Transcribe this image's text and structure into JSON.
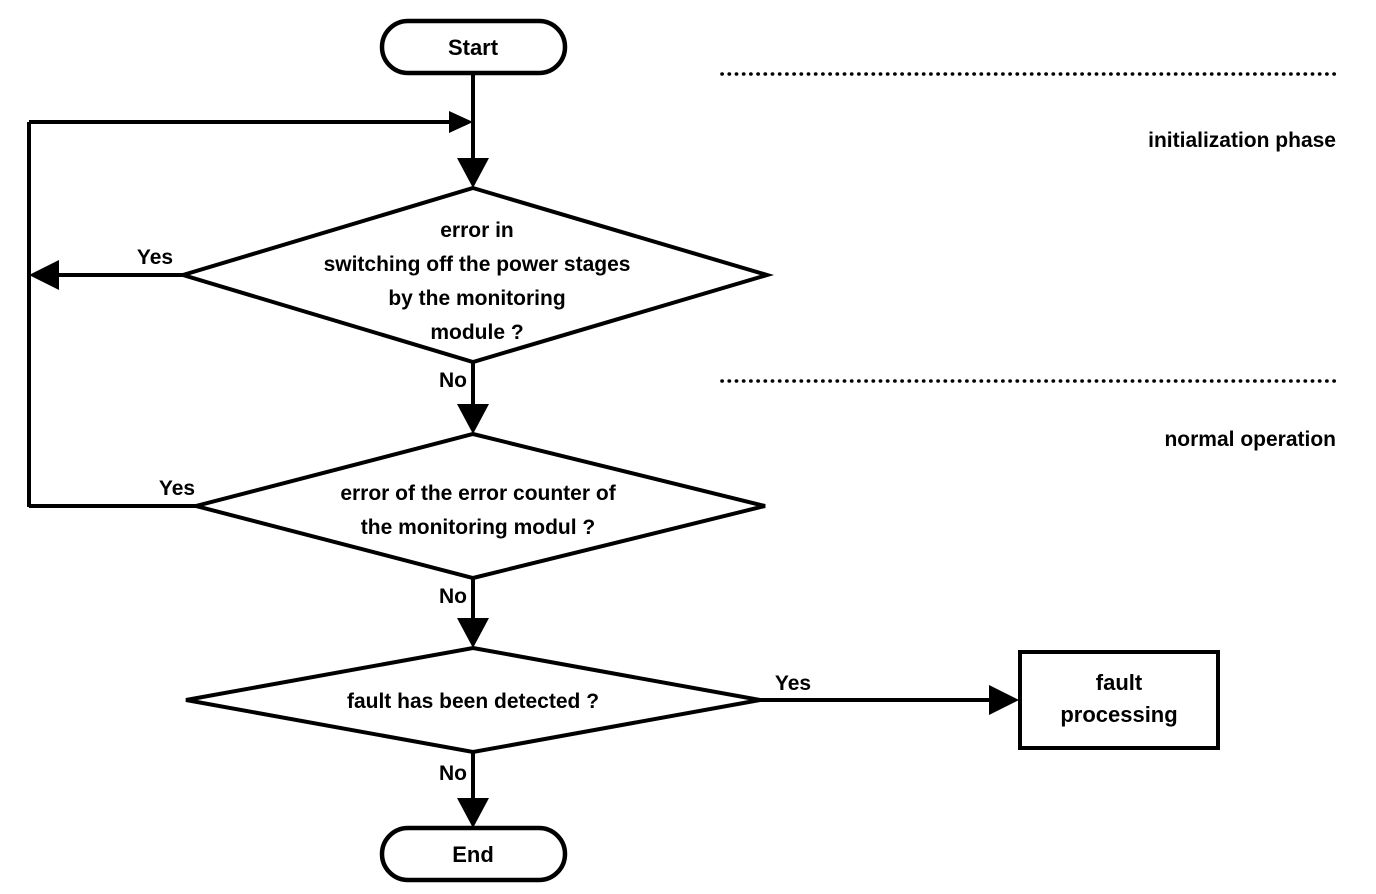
{
  "diagram": {
    "title": "monitoring module fault-handling flowchart",
    "background_color": "#ffffff",
    "line_color": "#000000",
    "nodes": {
      "start": {
        "label": "Start",
        "shape": "terminator"
      },
      "decision_switch_off": {
        "shape": "decision",
        "line1": "error in",
        "line2": "switching off the power stages",
        "line3": "by the monitoring",
        "line4": "module ?"
      },
      "decision_error_counter": {
        "shape": "decision",
        "line1": "error of the error counter of",
        "line2": "the monitoring modul ?"
      },
      "decision_fault_detected": {
        "shape": "decision",
        "line1": "fault has been detected ?"
      },
      "fault_processing": {
        "shape": "process",
        "line1": "fault",
        "line2": "processing"
      },
      "end": {
        "label": "End",
        "shape": "terminator"
      }
    },
    "edge_labels": {
      "yes_switch_off": "Yes",
      "no_switch_off": "No",
      "yes_error_counter": "Yes",
      "no_error_counter": "No",
      "yes_fault_detected": "Yes",
      "no_fault_detected": "No"
    },
    "phases": [
      {
        "id": "initialization",
        "label": "initialization phase"
      },
      {
        "id": "normal-operation",
        "label": "normal operation"
      }
    ]
  }
}
